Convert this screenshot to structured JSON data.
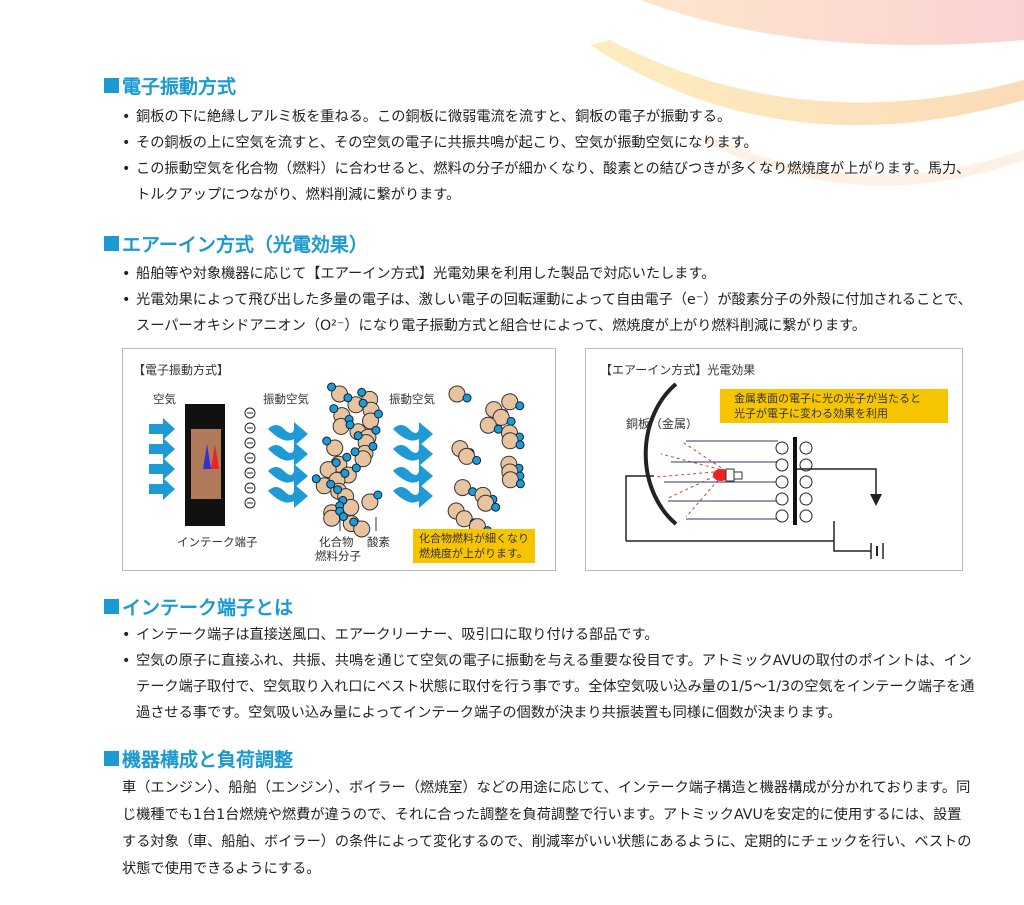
{
  "sections": [
    {
      "title": "電子振動方式",
      "bullets": [
        "銅板の下に絶縁しアルミ板を重ねる。この銅板に微弱電流を流すと、銅板の電子が振動する。",
        "その銅板の上に空気を流すと、その空気の電子に共振共鳴が起こり、空気が振動空気になります。",
        "この振動空気を化合物（燃料）に合わせると、燃料の分子が細かくなり、酸素との結びつきが多くなり燃焼度が上がります。馬力、トルクアップにつながり、燃料削減に繋がります。"
      ]
    },
    {
      "title": "エアーイン方式（光電効果）",
      "bullets": [
        "船舶等や対象機器に応じて【エアーイン方式】光電効果を利用した製品で対応いたします。",
        "光電効果によって飛び出した多量の電子は、激しい電子の回転運動によって自由電子（e⁻）が酸素分子の外殻に付加されることで、スーパーオキシドアニオン（O²⁻）になり電子振動方式と組合せによって、燃焼度が上がり燃料削減に繋がります。"
      ]
    },
    {
      "title": "インテーク端子とは",
      "bullets": [
        "インテーク端子は直接送風口、エアークリーナー、吸引口に取り付ける部品です。",
        "空気の原子に直接ふれ、共振、共鳴を通じて空気の電子に振動を与える重要な役目です。アトミックAVUの取付のポイントは、インテーク端子取付で、空気取り入れ口にベスト状態に取付を行う事です。全体空気吸い込み量の1/5〜1/3の空気をインテーク端子を通過させる事です。空気吸い込み量によってインテーク端子の個数が決まり共振装置も同様に個数が決まります。"
      ]
    },
    {
      "title": "機器構成と負荷調整",
      "paragraph": "車（エンジン）、船舶（エンジン）、ボイラー（燃焼室）などの用途に応じて、インテーク端子構造と機器構成が分かれております。同じ機種でも1台1台燃焼や燃費が違うので、それに合った調整を負荷調整で行います。アトミックAVUを安定的に使用するには、設置する対象（車、船舶、ボイラー）の条件によって変化するので、削減率がいい状態にあるように、定期的にチェックを行い、ベストの状態で使用できるようにする。"
    }
  ],
  "figure1": {
    "title": "【電子振動方式】",
    "air": "空気",
    "vib1": "振動空気",
    "vib2": "振動空気",
    "intake": "インテーク端子",
    "compound": "化合物\n燃料分子",
    "compound_l1": "化合物",
    "compound_l2": "燃料分子",
    "oxygen": "酸素",
    "note_l1": "化合物燃料が細くなり",
    "note_l2": "燃焼度が上がります。"
  },
  "figure2": {
    "title": "【エアーイン方式】光電効果",
    "note_l1": "金属表面の電子に光の光子が当たると",
    "note_l2": "光子が電子に変わる効果を利用",
    "copper": "銅板（金属）"
  },
  "colors": {
    "accent": "#1a9ad0",
    "note": "#f7c500",
    "molecule": "#e8c3a0",
    "oxygen": "#1e9ad6"
  }
}
